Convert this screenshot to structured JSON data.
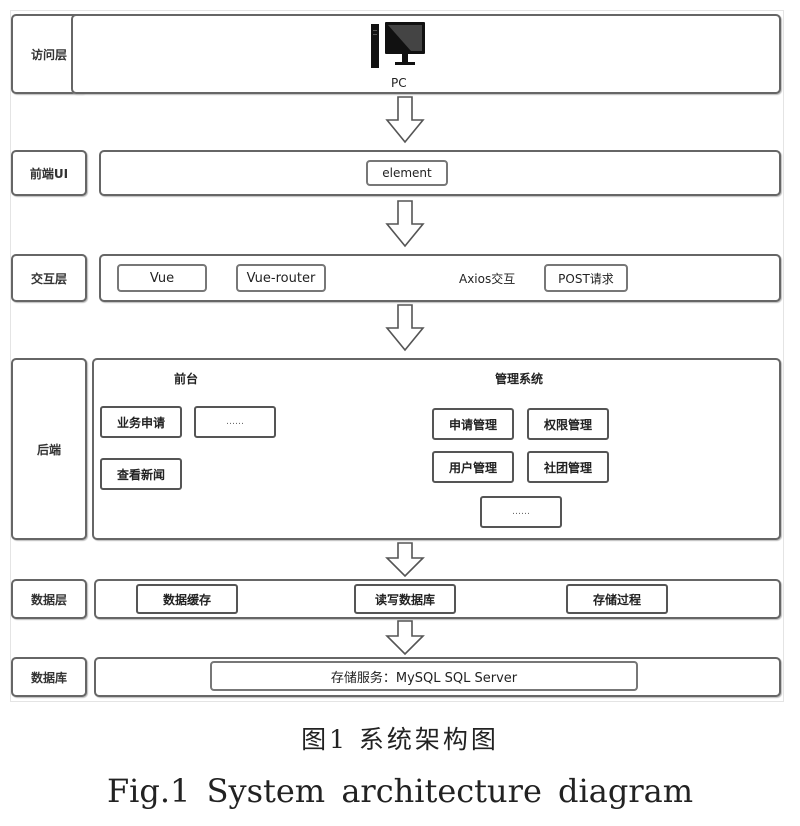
{
  "layers": {
    "access": {
      "label": "访问层",
      "device_label": "PC",
      "device_icon": "desktop-computer-icon"
    },
    "frontend_ui": {
      "label": "前端UI",
      "items": [
        "element"
      ]
    },
    "interaction": {
      "label": "交互层",
      "items": [
        "Vue",
        "Vue-router"
      ],
      "axios_text": "Axios交互",
      "post_item": "POST请求"
    },
    "backend": {
      "label": "后端",
      "frontdesk": {
        "title": "前台",
        "items": [
          "业务申请",
          "……",
          "查看新闻"
        ]
      },
      "admin": {
        "title": "管理系统",
        "items": [
          "申请管理",
          "权限管理",
          "用户管理",
          "社团管理",
          "……"
        ]
      }
    },
    "data": {
      "label": "数据层",
      "items": [
        "数据缓存",
        "读写数据库",
        "存储过程"
      ]
    },
    "database": {
      "label": "数据库",
      "items": [
        "存储服务：MySQL SQL Server"
      ]
    }
  },
  "arrows": {
    "icon": "down-arrow-icon",
    "count": 5
  },
  "caption": {
    "zh": "图1 系统架构图",
    "en": "Fig.1 System architecture diagram"
  }
}
